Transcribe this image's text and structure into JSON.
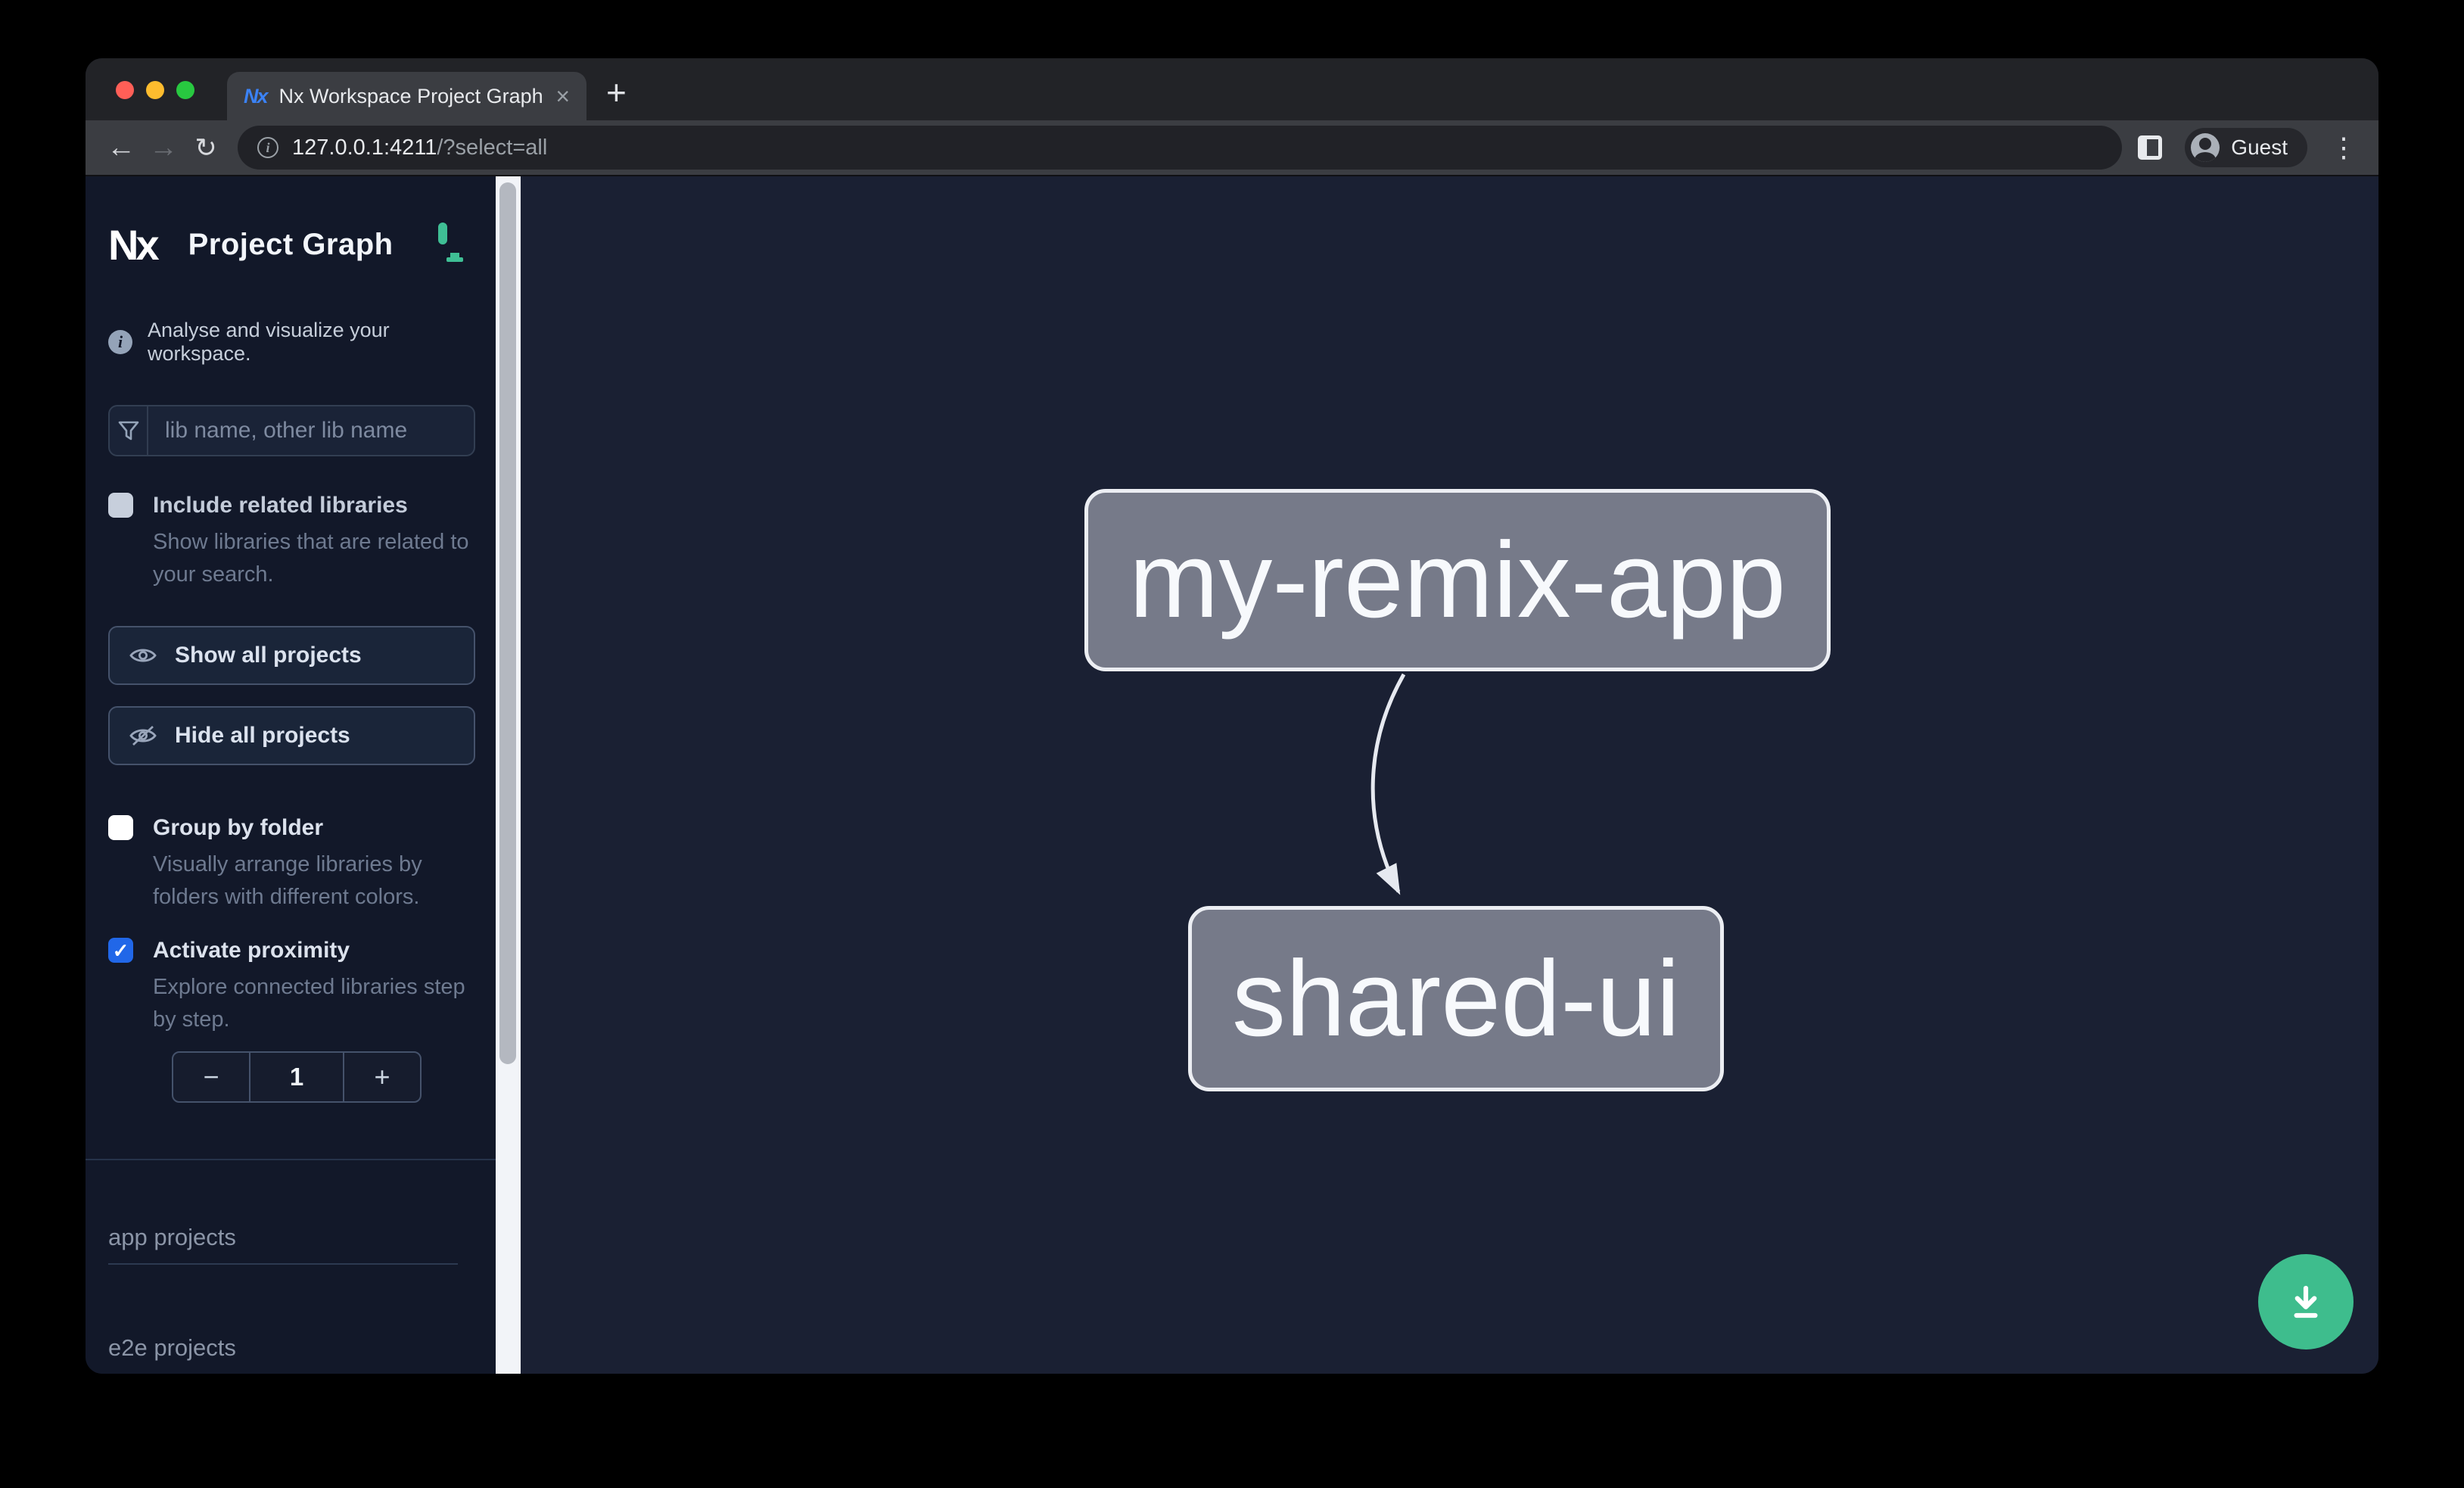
{
  "browser": {
    "tab_title": "Nx Workspace Project Graph",
    "favicon_text": "Nx",
    "url_host": "127.0.0.1:4211",
    "url_path": "/?select=all",
    "profile_label": "Guest"
  },
  "icons": {
    "close": "×",
    "new_tab": "+",
    "back": "←",
    "forward": "→",
    "reload": "↻",
    "kebab": "⋮",
    "info": "i",
    "check": "✓"
  },
  "sidebar": {
    "logo_text": "Nx",
    "app_title": "Project Graph",
    "tagline": "Analyse and visualize your workspace.",
    "filter": {
      "placeholder": "lib name, other lib name"
    },
    "options": [
      {
        "label": "Include related libraries",
        "description": "Show libraries that are related to your search.",
        "checked": false
      },
      {
        "label": "Group by folder",
        "description": "Visually arrange libraries by folders with different colors.",
        "checked": false
      },
      {
        "label": "Activate proximity",
        "description": "Explore connected libraries step by step.",
        "checked": true
      }
    ],
    "buttons": {
      "show_all": "Show all projects",
      "hide_all": "Hide all projects"
    },
    "stepper": {
      "decrement": "−",
      "value": "1",
      "increment": "+"
    },
    "sections": [
      {
        "label": "app projects"
      },
      {
        "label": "e2e projects"
      }
    ]
  },
  "graph": {
    "nodes": [
      {
        "label": "my-remix-app"
      },
      {
        "label": "shared-ui"
      }
    ],
    "edges": [
      {
        "from": "my-remix-app",
        "to": "shared-ui"
      }
    ]
  },
  "colors": {
    "accent_green": "#3ebd8d",
    "monitor_green": "#3fbf95",
    "checkbox_blue": "#2167e8",
    "node_fill": "#767a89",
    "node_border": "#eceef3",
    "edge_color": "#e6e9f0",
    "sidebar_bg": "#121829",
    "canvas_bg": "#1a2033",
    "favicon_blue": "#3b82f6",
    "traffic_red": "#ff5f57",
    "traffic_yellow": "#febc2e",
    "traffic_green": "#28c840"
  }
}
